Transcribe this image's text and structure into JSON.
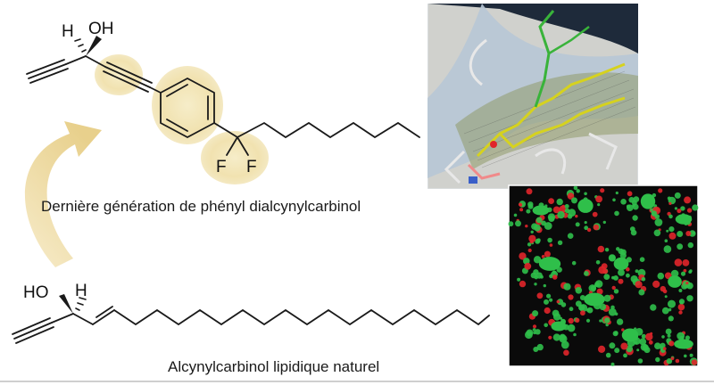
{
  "captions": {
    "top": "Dernière génération de phényl dialcynylcarbinol",
    "bottom": "Alcynylcarbinol lipidique naturel"
  },
  "atoms": {
    "h_top": "H",
    "oh_top": "OH",
    "f_left": "F",
    "f_right": "F",
    "ho_bottom": "HO",
    "h_bottom": "H"
  },
  "colors": {
    "highlight": "#f3e6b8",
    "arrow": "#ecd79a",
    "bond": "#1a1a1a",
    "cell_green": "#2fbf4a",
    "cell_red": "#e0252a",
    "ligand_yellow": "#d6d21e",
    "ligand_green": "#39b33a"
  }
}
